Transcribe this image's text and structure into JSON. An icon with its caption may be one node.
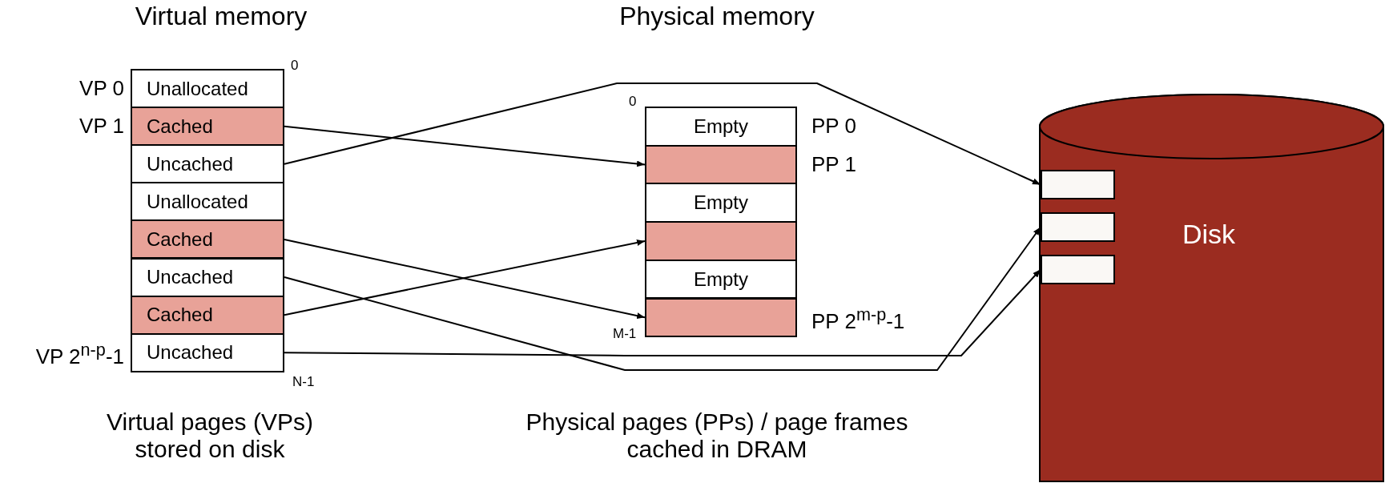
{
  "diagram": {
    "nodes": [
      {
        "text": [
          "Unallocated"
        ],
        "beside": [
          "VP 0"
        ]
      },
      {
        "text": [
          "Cached"
        ],
        "beside": [
          "VP 1"
        ]
      },
      {
        "text": [
          "Uncached"
        ]
      },
      {
        "text": [
          "Unallocated"
        ]
      },
      {
        "text": [
          "Cached"
        ]
      },
      {
        "text": [
          "Uncached"
        ]
      },
      {
        "text": [
          "Cached"
        ]
      },
      {
        "text": [
          "Uncached"
        ],
        "beside": [
          "VP 2$^{n-p}$-1"
        ]
      },
      {
        "text": [
          "Empty"
        ],
        "beside": [
          "PP 0"
        ]
      },
      {
        "text": [],
        "shape": "box",
        "beside": [
          "PP 1"
        ]
      },
      {
        "text": [
          "Empty"
        ]
      },
      {
        "text": [],
        "shape": "box"
      },
      {
        "text": [
          "Empty"
        ]
      },
      {
        "text": [],
        "shape": "box",
        "beside": [
          "PP 2$^{m-p}$-1"
        ]
      },
      {
        "text": [
          "Disk"
        ]
      },
      {
        "text": [],
        "shape": "box",
        "in": 14
      },
      {
        "text": [],
        "shape": "box",
        "in": 14
      },
      {
        "text": [],
        "shape": "box",
        "in": 14
      }
    ],
    "edges": [
      {
        "from": 1,
        "to": 9,
        "arrow": "to"
      },
      {
        "from": 2,
        "to": 15,
        "arrow": "to"
      },
      {
        "from": 4,
        "to": 13,
        "arrow": "to"
      },
      {
        "from": 5,
        "to": 16,
        "arrow": "to"
      },
      {
        "from": 6,
        "to": 11,
        "arrow": "to"
      },
      {
        "from": 7,
        "to": 17,
        "arrow": "to"
      }
    ],
    "labels": [
      "Virtual memory",
      "Physical memory",
      "0",
      "0",
      "N-1",
      "M-1",
      "Virtual pages (VPs) stored on disk",
      "Physical pages (PPs) / page frames cached in DRAM"
    ]
  }
}
